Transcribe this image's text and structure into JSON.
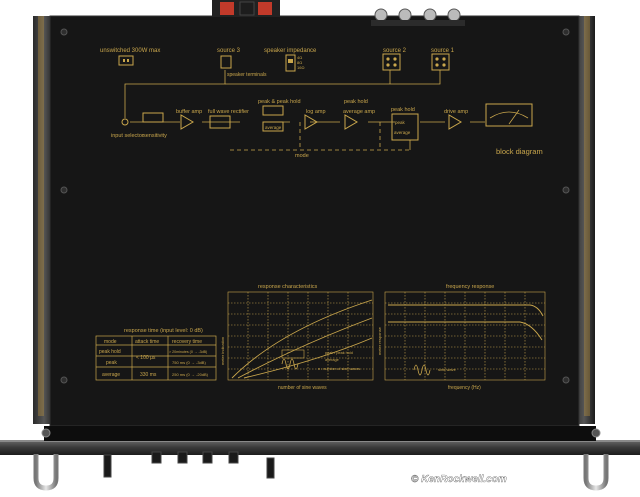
{
  "panel": {
    "unswitched": "unswitched 300W max",
    "source3": "source 3",
    "speaker_impedance": "speaker impedance",
    "speaker_terminals": "speaker terminals",
    "imp_4": "4Ω",
    "imp_8": "8Ω",
    "imp_16": "16Ω",
    "source2": "source 2",
    "source1": "source 1",
    "input_selector": "input selector",
    "sensitivity": "sensitivity",
    "buffer_amp": "buffer amp",
    "full_wave_rectifier": "full wave rectifier",
    "peak_peak_hold": "peak & peak hold",
    "average": "average",
    "log_amp": "log amp",
    "peak_hold": "peak hold",
    "average_amp": "average amp",
    "peak_hold_2": "peak hold",
    "peak": "peak",
    "average_2": "average",
    "drive_amp": "drive amp",
    "mode": "mode",
    "block_diagram": "block diagram"
  },
  "response_table": {
    "title": "response time (input level: 0 dB)",
    "headers": [
      "mode",
      "attack time",
      "recovery time"
    ],
    "rows": [
      {
        "mode": "peak hold",
        "attack": "< 100 µs",
        "recovery": "> 20minutes (0 → -3dB)"
      },
      {
        "mode": "peak",
        "attack": "",
        "recovery": "750 ms (0 → -3dB)"
      },
      {
        "mode": "average",
        "attack": "330 ms",
        "recovery": "250 ms (0 → -20dB)"
      }
    ]
  },
  "response_characteristics": {
    "title": "response characteristics",
    "ylabel": "meter indication",
    "xlabel": "number of sine waves",
    "legend_peak": "peak / peak hold",
    "legend_average": "average",
    "legend_n": "n : number of sine waves"
  },
  "frequency_response": {
    "title": "frequency response",
    "ylabel": "meter response",
    "xlabel": "frequency (Hz)",
    "sine_wave": "sine wave"
  },
  "watermark": "© KenRockwell.com"
}
